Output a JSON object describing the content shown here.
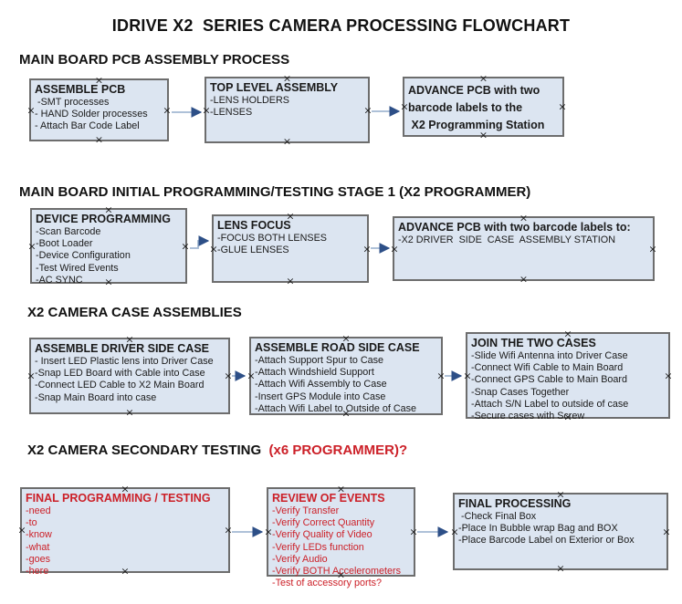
{
  "title": "IDRIVE X2  SERIES CAMERA PROCESSING FLOWCHART",
  "colors": {
    "red": "#cc2028",
    "text": "#1a1a1a",
    "box_fill": "#dce5f1",
    "box_border": "#6d6d6d",
    "arrow_line": "#a3b8d2",
    "arrow_head": "#2d4f87"
  },
  "sections": [
    {
      "heading": "MAIN BOARD PCB ASSEMBLY PROCESS",
      "boxes": [
        {
          "title": "ASSEMBLE PCB",
          "items": [
            " -SMT processes",
            "- HAND Solder processes",
            "- Attach Bar Code Label"
          ]
        },
        {
          "title": "TOP LEVEL ASSEMBLY",
          "items": [
            "-LENS HOLDERS",
            "-LENSES"
          ]
        },
        {
          "title": "ADVANCE PCB with two\nbarcode labels to the\n X2 Programming Station",
          "items": []
        }
      ]
    },
    {
      "heading": "MAIN BOARD INITIAL PROGRAMMING/TESTING STAGE 1 (X2 PROGRAMMER)",
      "boxes": [
        {
          "title": "DEVICE PROGRAMMING",
          "items": [
            "-Scan Barcode",
            "-Boot Loader",
            "-Device Configuration",
            "-Test Wired Events",
            "-AC SYNC"
          ]
        },
        {
          "title": "LENS FOCUS",
          "items": [
            "-FOCUS BOTH LENSES",
            "-GLUE LENSES"
          ]
        },
        {
          "title": "ADVANCE PCB with two barcode labels to:",
          "items": [
            "-X2 DRIVER  SIDE  CASE  ASSEMBLY STATION"
          ]
        }
      ]
    },
    {
      "heading": "X2 CAMERA CASE ASSEMBLIES",
      "boxes": [
        {
          "title": "ASSEMBLE DRIVER SIDE CASE",
          "items": [
            "- Insert LED Plastic lens into Driver Case",
            "-Snap LED Board with Cable into Case",
            "-Connect LED Cable to X2 Main Board",
            "-Snap Main Board into case"
          ]
        },
        {
          "title": "ASSEMBLE ROAD SIDE CASE",
          "items": [
            "-Attach Support Spur to Case",
            "-Attach Windshield Support",
            "-Attach Wifi Assembly to Case",
            "-Insert GPS Module into Case",
            "-Attach Wifi Label to Outside of Case"
          ]
        },
        {
          "title": "JOIN THE TWO CASES",
          "items": [
            "-Slide Wifi Antenna into Driver Case",
            "-Connect Wifi Cable to Main Board",
            "-Connect GPS Cable to Main Board",
            "-Snap Cases Together",
            "-Attach S/N Label to outside of case",
            "-Secure cases with Screw"
          ]
        }
      ]
    },
    {
      "heading": "X2 CAMERA SECONDARY TESTING  ",
      "heading_red": "(x6 PROGRAMMER)?",
      "boxes": [
        {
          "title": "FINAL PROGRAMMING / TESTING",
          "items": [
            "-need",
            "-to",
            "-know",
            "-what",
            "-goes",
            "-here"
          ]
        },
        {
          "title": "REVIEW OF EVENTS",
          "items": [
            "-Verify Transfer",
            "-Verify Correct Quantity",
            "-Verify Quality of Video",
            "-Verify LEDs function",
            "-Verify Audio",
            "-Verify BOTH Accelerometers",
            "-Test of accessory ports?"
          ]
        },
        {
          "title": "FINAL PROCESSING",
          "items": [
            " -Check Final Box",
            "-Place In Bubble wrap Bag and BOX",
            "-Place Barcode Label on Exterior or Box"
          ]
        }
      ]
    }
  ]
}
